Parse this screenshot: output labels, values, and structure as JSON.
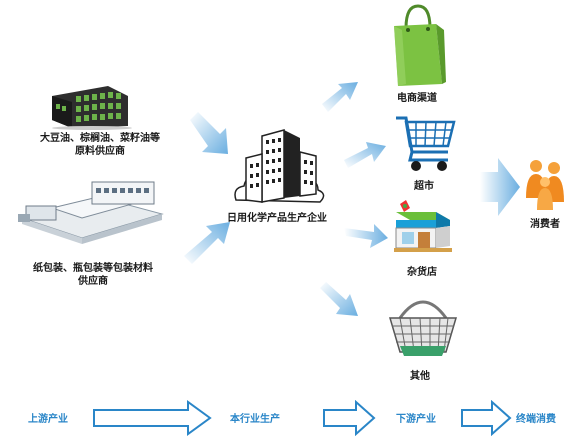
{
  "suppliers": {
    "top_label_line1": "大豆油、棕榈油、菜籽油等",
    "top_label_line2": "原料供应商",
    "bottom_label_line1": "纸包装、瓶包装等包装材料",
    "bottom_label_line2": "供应商"
  },
  "enterprise": {
    "label": "日用化学产品生产企业"
  },
  "channels": {
    "online": "电商渠道",
    "supermarket": "超市",
    "store": "杂货店",
    "other": "其他"
  },
  "consumer": {
    "label": "消费者"
  },
  "stream_bar": {
    "stage1": "上游产业",
    "stage2": "本行业生产",
    "stage3": "下游产业",
    "stage4": "终端消费"
  },
  "colors": {
    "arrow_blue": "#7fb8e3",
    "text_blue": "#2a86c8",
    "bag_green": "#7cc242",
    "cart_blue": "#1b6fb3"
  }
}
